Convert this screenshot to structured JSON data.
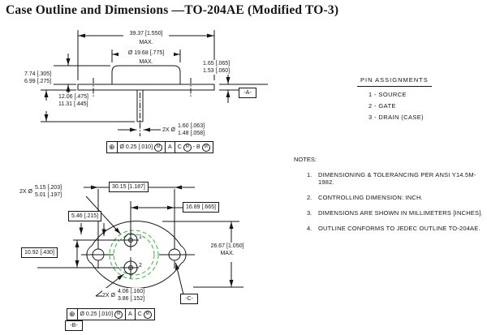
{
  "title": "Case Outline and Dimensions —TO-204AE (Modified TO-3)",
  "colors": {
    "line": "#151515",
    "cap_outline_green": "#35b535"
  },
  "side_view": {
    "overall_width": {
      "value": "39.37 [1.550]",
      "qualifier": "MAX."
    },
    "cap_diameter": {
      "value": "Ø 19.68 [.775]",
      "qualifier": "MAX."
    },
    "cap_height": {
      "upper": "7.74 [.305]",
      "lower": "6.99 [.275]"
    },
    "pin_length": {
      "upper": "12.06 [.475]",
      "lower": "11.31 [.445]"
    },
    "flange_thickness": {
      "upper": "1.65 [.065]",
      "lower": "1.53 [.060]"
    },
    "pin_diameter": {
      "prefix": "2X Ø",
      "upper": "1.60 [.063]",
      "lower": "1.48 [.058]"
    },
    "datum_a": "-A-"
  },
  "bottom_view": {
    "mounting_hole_diameter": {
      "prefix": "2X Ø",
      "upper": "5.15 [.203]",
      "lower": "5.01 [.197]"
    },
    "hole_spacing": "30.15 [1.187]",
    "hole_to_pin": "16.89 [.665]",
    "tip_to_hole": "5.46 [.215]",
    "pin_spacing": "10.92 [.430]",
    "flange_width": {
      "value": "26.67 [1.050]",
      "qualifier": "MAX."
    },
    "pin_seal_diameter": {
      "prefix": "2X Ø",
      "upper": "4.06 [.160]",
      "lower": "3.86 [.152]"
    },
    "pin_labels": [
      "1",
      "2"
    ],
    "datum_b": "-B-",
    "datum_c": "-C-"
  },
  "fcf_top": {
    "position_symbol": "⊕",
    "tolerance": "Ø 0.25 [.010]",
    "modifier": "M",
    "datum_primary": "A",
    "datum_secondary": "C",
    "datum_secondary_mod": "M",
    "datum_tertiary": "- B",
    "datum_tertiary_mod": "M"
  },
  "fcf_bottom": {
    "position_symbol": "⊕",
    "tolerance": "Ø 0.25 [.010]",
    "modifier": "M",
    "datum_primary": "A",
    "datum_secondary": "C",
    "datum_secondary_mod": "M"
  },
  "pin_assignments": {
    "heading": "PIN  ASSIGNMENTS",
    "pins": [
      "1 - SOURCE",
      "2 - GATE",
      "3 - DRAIN (CASE)"
    ]
  },
  "notes": {
    "heading": "NOTES:",
    "items": [
      {
        "num": "1.",
        "text": "DIMENSIONING & TOLERANCING PER ANSI Y14.5M-1982."
      },
      {
        "num": "2.",
        "text": "CONTROLLING DIMENSION: INCH."
      },
      {
        "num": "3.",
        "text": "DIMENSIONS ARE SHOWN IN MILLIMETERS [INCHES]."
      },
      {
        "num": "4.",
        "text": "OUTLINE CONFORMS TO JEDEC OUTLINE TO-204AE."
      }
    ]
  }
}
